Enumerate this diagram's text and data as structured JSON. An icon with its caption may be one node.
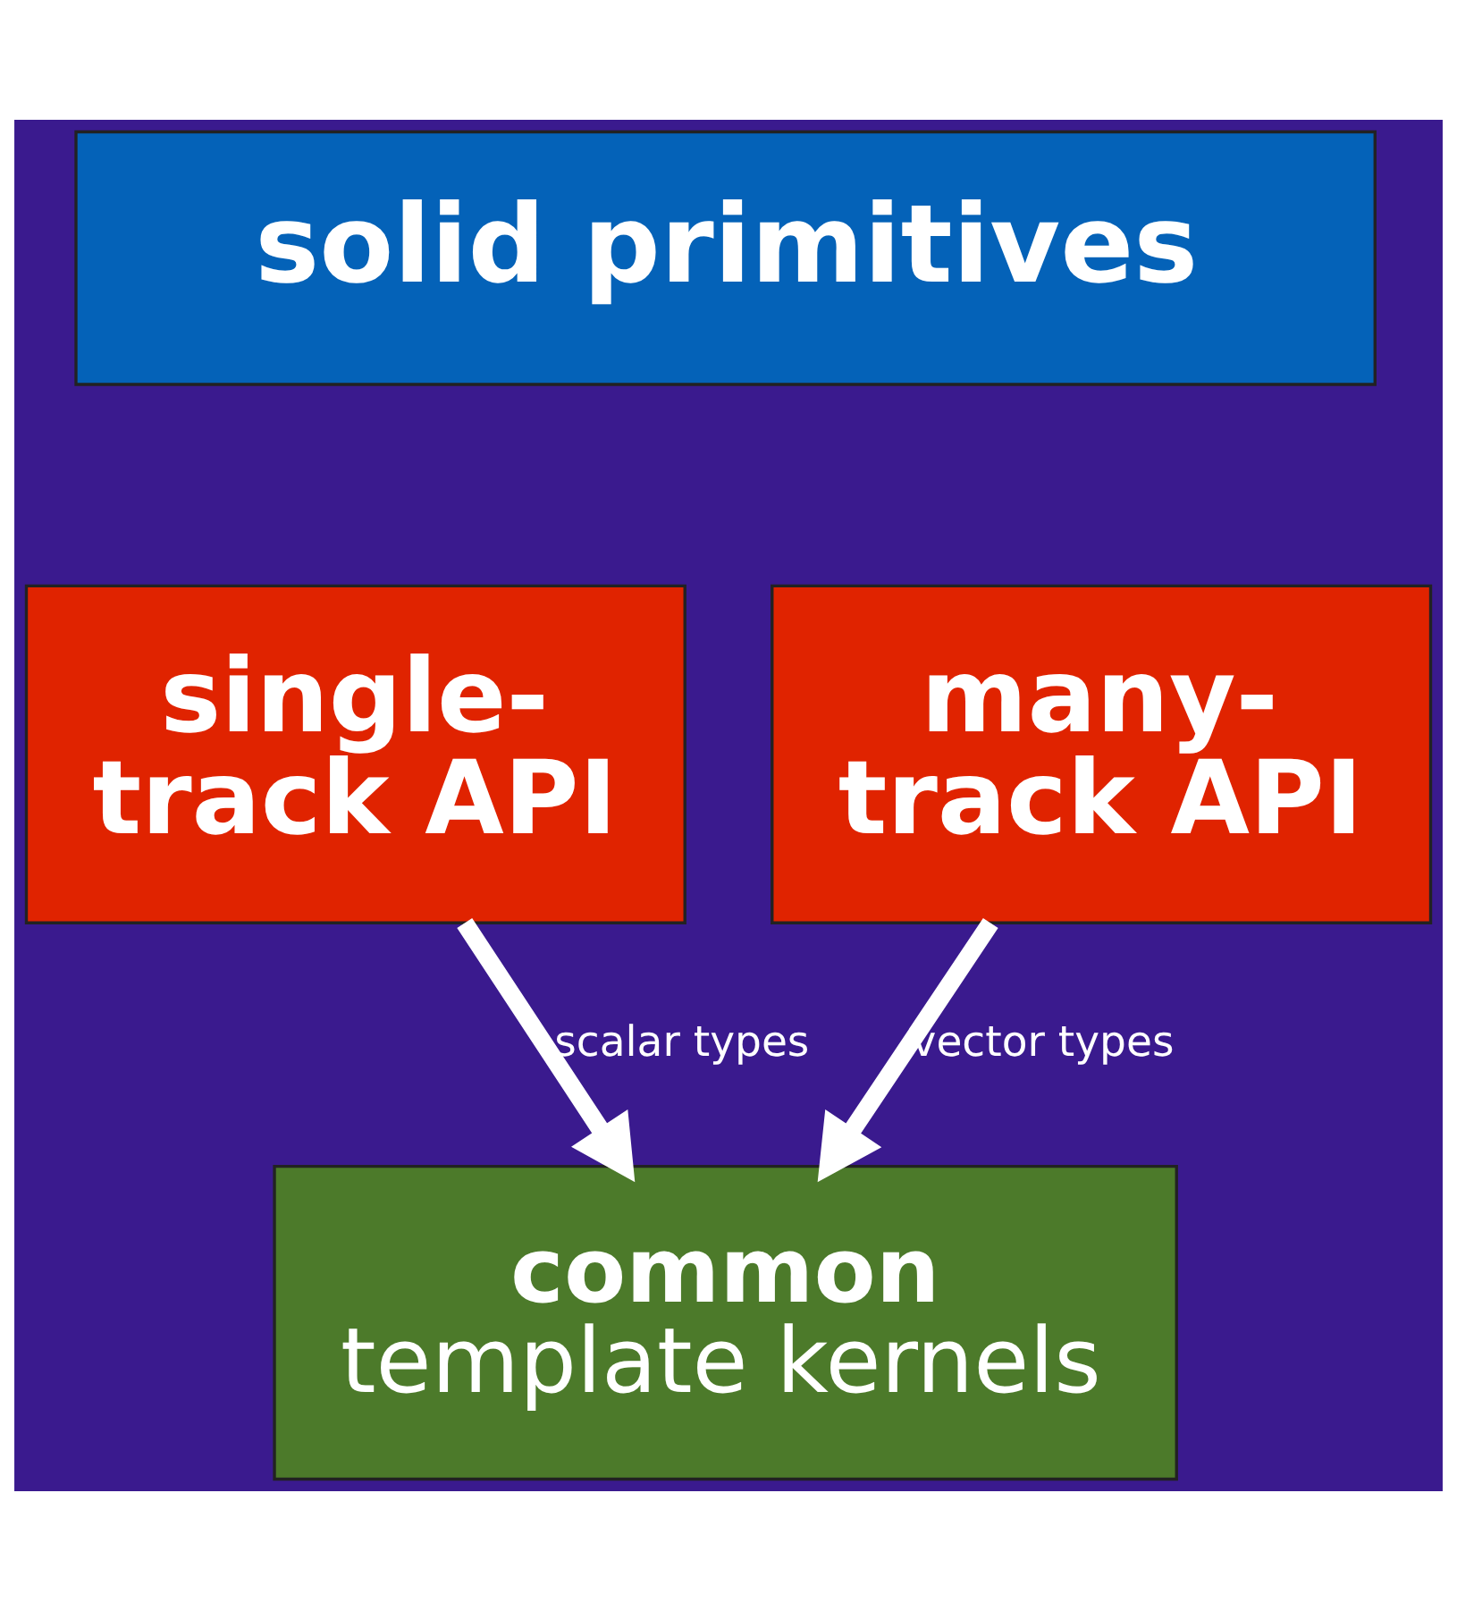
{
  "diagram": {
    "nodes": [
      {
        "text": [
          "solid primitives"
        ]
      },
      {
        "text": [
          "single- track API"
        ]
      },
      {
        "text": [
          "many- track API"
        ]
      },
      {
        "text": [
          "common",
          "template kernels"
        ]
      }
    ],
    "edges": [
      {
        "from": 1,
        "to": 3,
        "arrow": "to",
        "label": "scalar types"
      },
      {
        "from": 2,
        "to": 3,
        "arrow": "to",
        "label": "vector types"
      }
    ]
  }
}
